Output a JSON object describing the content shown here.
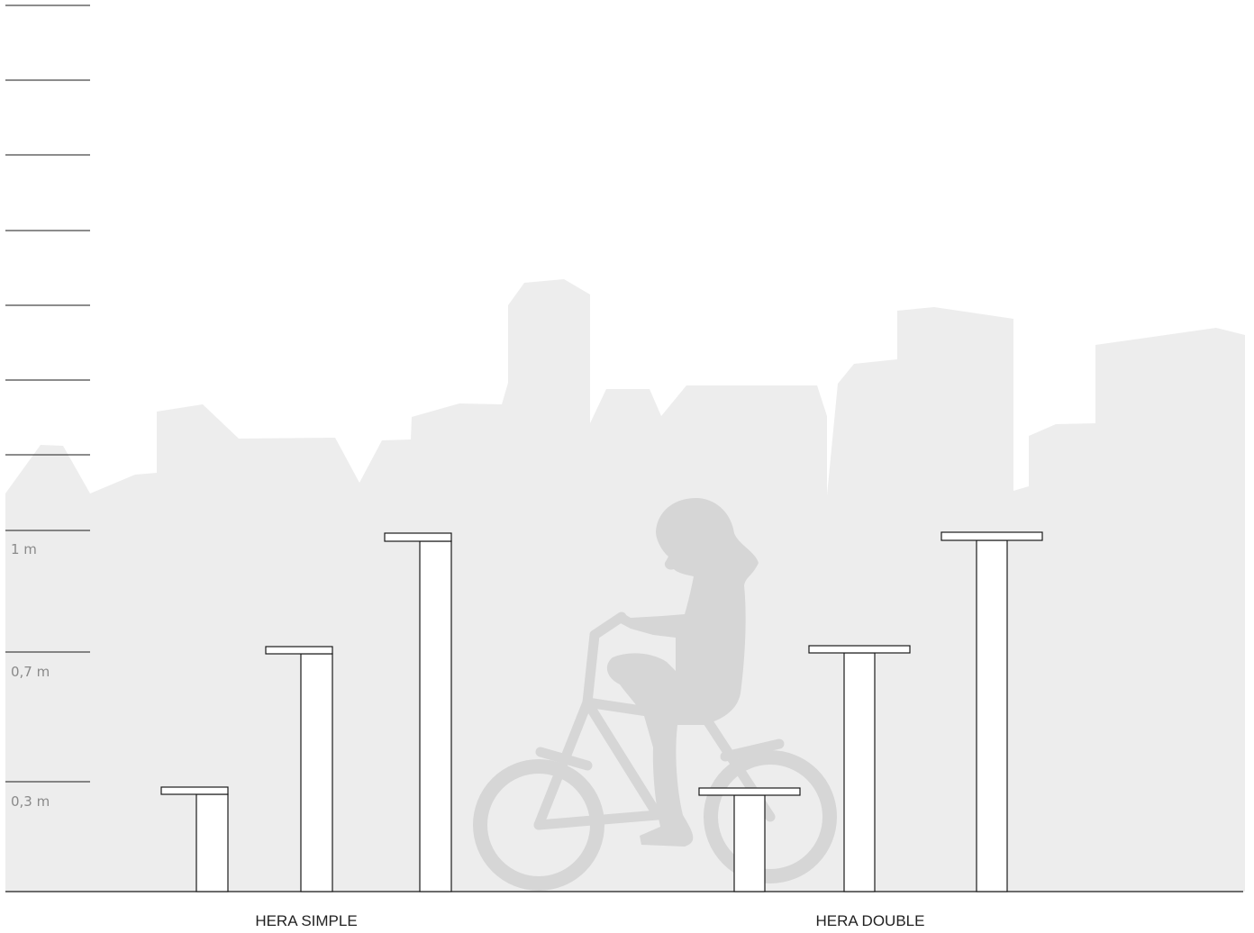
{
  "colors": {
    "skyline": "#ededed",
    "silhouette": "#d6d6d6",
    "outline": "#1a1a1a",
    "scale_text": "#8a8a8a"
  },
  "scale_labels": {
    "h_1m": "1 m",
    "h_07m": "0,7 m",
    "h_03m": "0,3 m"
  },
  "groups": {
    "simple": {
      "label": "HERA SIMPLE",
      "post_heights_m": [
        0.3,
        0.7,
        1.0
      ]
    },
    "double": {
      "label": "HERA DOUBLE",
      "post_heights_m": [
        0.3,
        0.7,
        1.0
      ]
    }
  },
  "background": {
    "skyline": "city-skyline",
    "figure": "child-on-bicycle"
  }
}
